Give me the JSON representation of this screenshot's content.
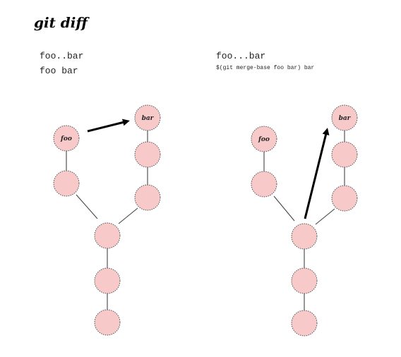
{
  "title": "git diff",
  "left": {
    "cmd1": "foo..bar",
    "cmd2": "foo bar",
    "foo_label": "foo",
    "bar_label": "bar"
  },
  "right": {
    "cmd1": "foo...bar",
    "cmd2": "$(git merge-base foo bar) bar",
    "foo_label": "foo",
    "bar_label": "bar"
  },
  "colors": {
    "node_fill": "#f7c9c9",
    "node_stroke": "#444444",
    "arrow": "#000000"
  }
}
